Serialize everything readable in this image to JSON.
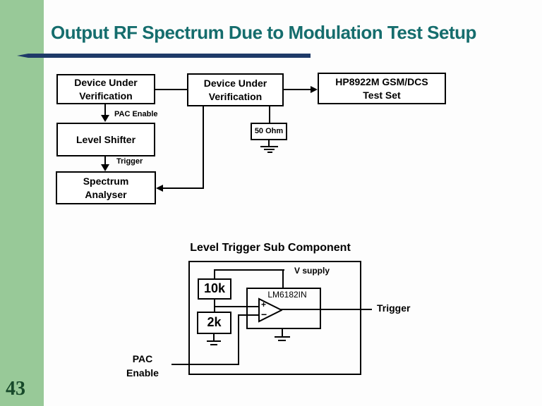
{
  "slide": {
    "title": "Output RF Spectrum Due to Modulation Test Setup",
    "page_number": "43",
    "colors": {
      "sidebar_green": "#98c998",
      "title_teal": "#156d6d",
      "rule_navy": "#1e3a68",
      "page_number_green": "#17492a",
      "diagram_black": "#000000",
      "background": "#fdfdfd"
    }
  },
  "top_diagram": {
    "duv1": {
      "line1": "Device Under",
      "line2": "Verification"
    },
    "duv2": {
      "line1": "Device Under",
      "line2": "Verification"
    },
    "testset": {
      "line1": "HP8922M GSM/DCS",
      "line2": "Test Set"
    },
    "level_shifter": "Level Shifter",
    "spectrum": {
      "line1": "Spectrum",
      "line2": "Analyser"
    },
    "load": "50 Ohm",
    "labels": {
      "pac_enable": "PAC Enable",
      "trigger": "Trigger"
    }
  },
  "sub_diagram": {
    "title": "Level Trigger Sub Component",
    "v_supply": "V supply",
    "r1": "10k",
    "r2": "2k",
    "opamp": "LM6182IN",
    "plus": "+",
    "minus": "−",
    "trigger": "Trigger",
    "pac": {
      "line1": "PAC",
      "line2": "Enable"
    }
  }
}
